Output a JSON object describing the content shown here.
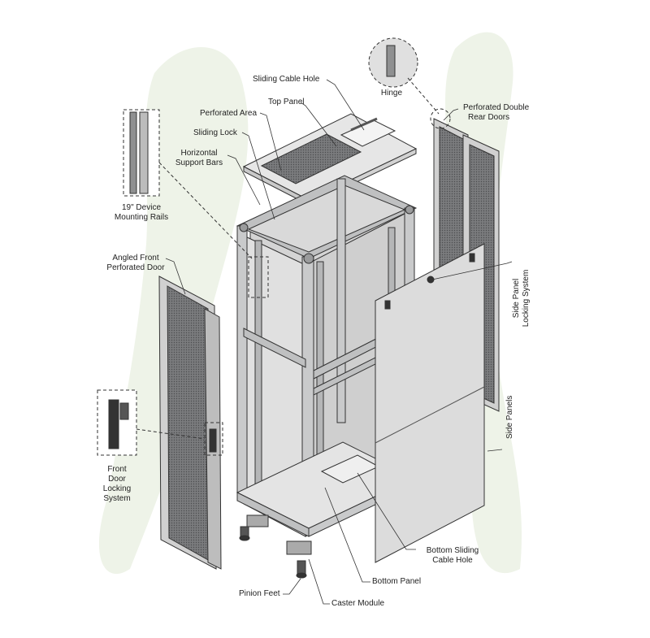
{
  "diagram": {
    "labels": {
      "sliding_cable_hole": "Sliding Cable Hole",
      "hinge": "Hinge",
      "top_panel": "Top Panel",
      "perforated_area": "Perforated Area",
      "sliding_lock": "Sliding Lock",
      "horizontal_support_bars": [
        "Horizontal",
        "Support Bars"
      ],
      "device_mounting_rails": [
        "19\" Device",
        "Mounting Rails"
      ],
      "perforated_double_rear_doors": [
        "Perforated Double",
        "Rear Doors"
      ],
      "angled_front_perforated_door": [
        "Angled Front",
        "Perforated Door"
      ],
      "side_panel_locking_system": [
        "Side Panel",
        "Locking System"
      ],
      "side_panels": "Side Panels",
      "front_door_locking_system": [
        "Front",
        "Door",
        "Locking",
        "System"
      ],
      "bottom_sliding_cable_hole": [
        "Bottom Sliding",
        "Cable Hole"
      ],
      "bottom_panel": "Bottom Panel",
      "pinion_feet": "Pinion Feet",
      "caster_module": "Caster Module"
    },
    "colors": {
      "line": "#333333",
      "frame": "#c9cacb",
      "panel": "#dcdcdc",
      "perforation": "#6f7072",
      "background_shape": "#eef3e8"
    }
  }
}
